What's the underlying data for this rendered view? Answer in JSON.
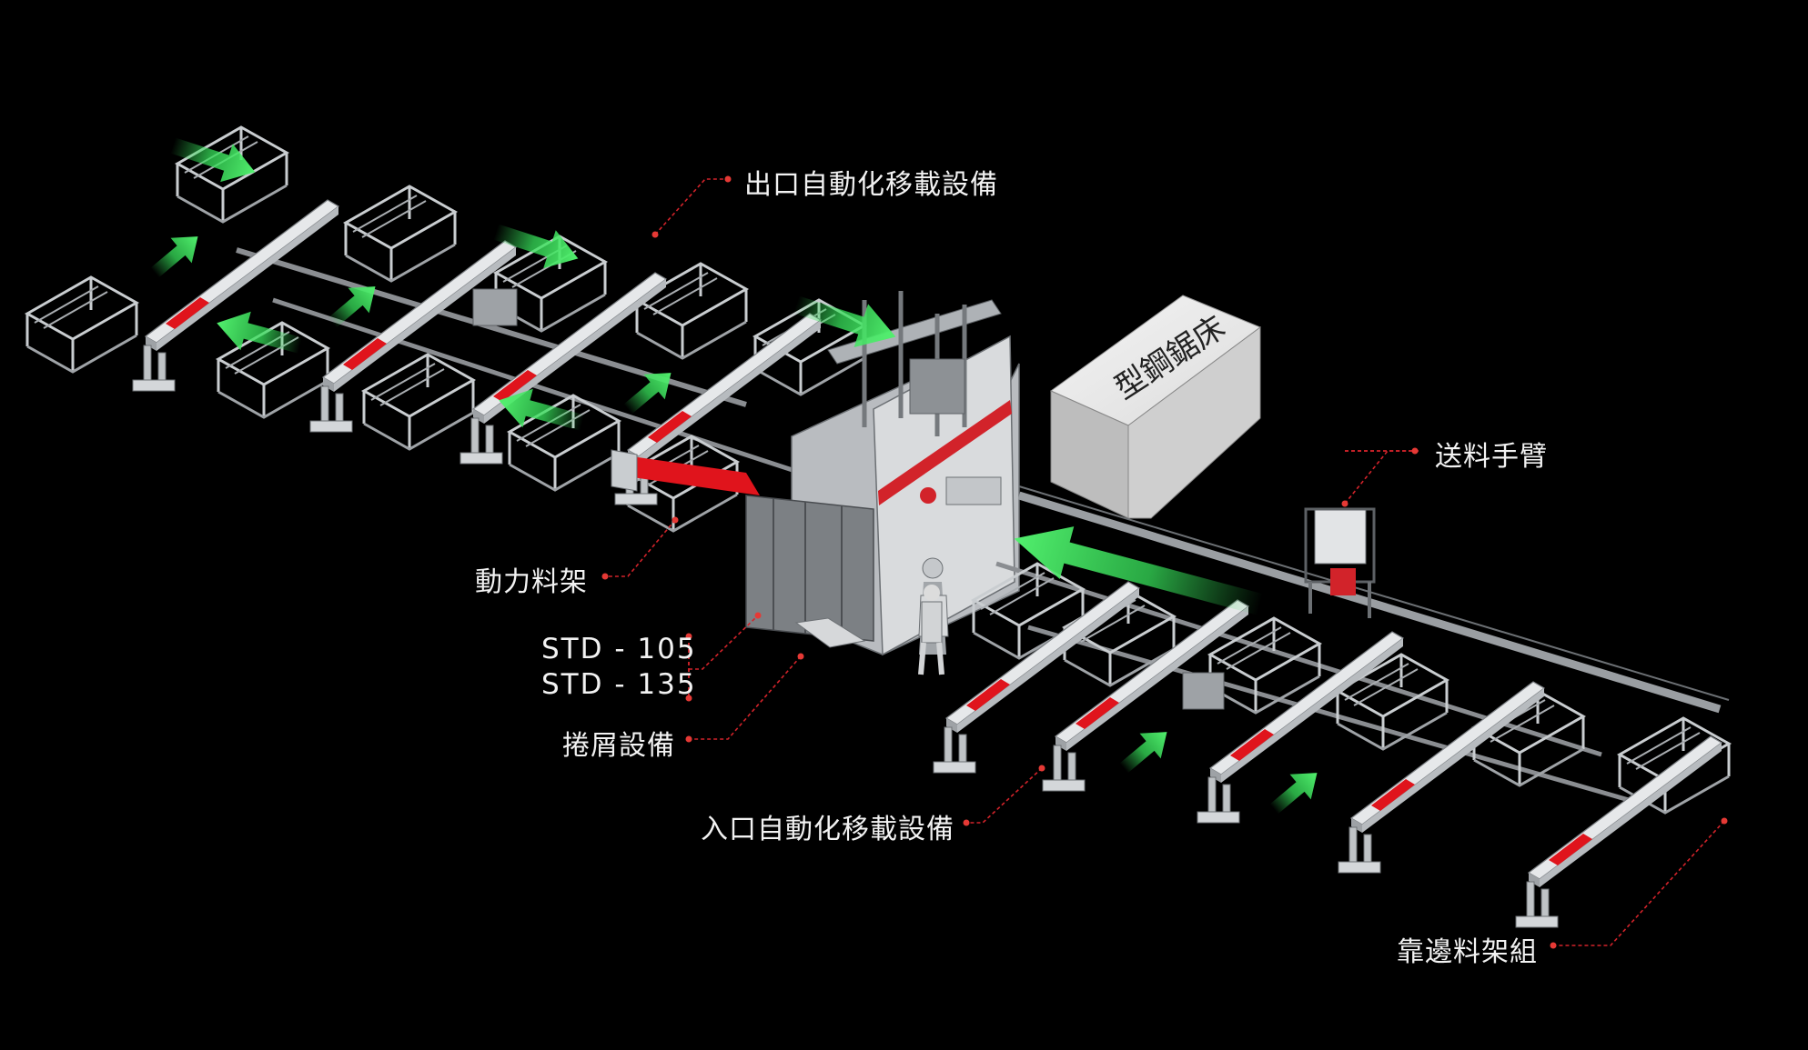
{
  "colors": {
    "background": "#000000",
    "leader_line": "#d2232a",
    "label_text": "#f2f2f2",
    "flow_arrow": "#37e05a",
    "frame": "#cfd3d6",
    "accent_red": "#e0141c",
    "machine_gray": "#8a8d91"
  },
  "labels": {
    "exit_transfer": "出口自動化移載設備",
    "feed_arm": "送料手臂",
    "power_rack": "動力料架",
    "model_1": "STD - 105",
    "model_2": "STD - 135",
    "chip_conveyor": "捲屑設備",
    "entry_transfer": "入口自動化移載設備",
    "edge_rack_set": "靠邊料架組"
  },
  "box_text": "型鋼鋸床",
  "icons": [
    "flow-arrow-icon"
  ]
}
